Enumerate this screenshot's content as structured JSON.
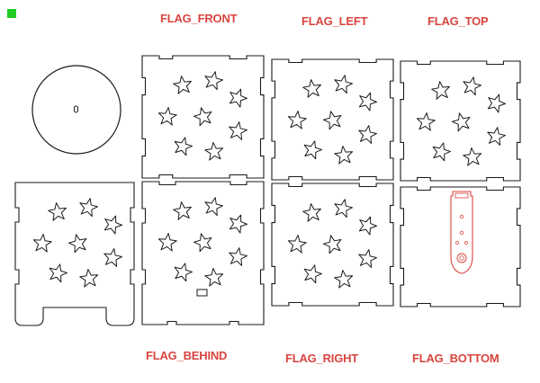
{
  "colors": {
    "outline": "#1a1a1a",
    "label": "#d9453f",
    "component": "#d9453f",
    "marker": "#22cc22"
  },
  "marker_icon": "green-square-icon",
  "panels": {
    "front": {
      "label": "FLAG_FRONT"
    },
    "left": {
      "label": "FLAG_LEFT"
    },
    "top": {
      "label": "FLAG_TOP"
    },
    "behind": {
      "label": "FLAG_BEHIND"
    },
    "right": {
      "label": "FLAG_RIGHT"
    },
    "bottom": {
      "label": "FLAG_BOTTOM"
    }
  },
  "star_icon": "star-icon",
  "disc_icon": "circle-disc-icon",
  "board_icon": "circuit-board-icon"
}
